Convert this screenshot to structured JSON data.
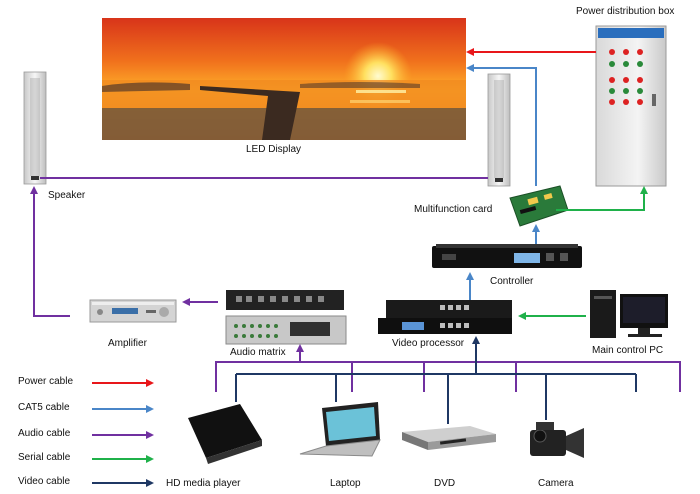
{
  "labels": {
    "led_display": "LED Display",
    "power_box": "Power distribution box",
    "speaker": "Speaker",
    "multifunction_card": "Multifunction card",
    "controller": "Controller",
    "amplifier": "Amplifier",
    "audio_matrix": "Audio  matrix",
    "video_processor": "Video processor",
    "main_pc": "Main control PC",
    "hd_player": "HD media player",
    "laptop": "Laptop",
    "dvd": "DVD",
    "camera": "Camera"
  },
  "legend": [
    {
      "label": "Power cable",
      "color": "#e8161a"
    },
    {
      "label": "CAT5 cable",
      "color": "#4a86c8"
    },
    {
      "label": "Audio cable",
      "color": "#7030a0"
    },
    {
      "label": "Serial cable",
      "color": "#1fb14a"
    },
    {
      "label": "Video cable",
      "color": "#1f3864"
    }
  ],
  "colors": {
    "power": "#e8161a",
    "cat5": "#4a86c8",
    "audio": "#7030a0",
    "serial": "#1fb14a",
    "video": "#1f3864"
  }
}
